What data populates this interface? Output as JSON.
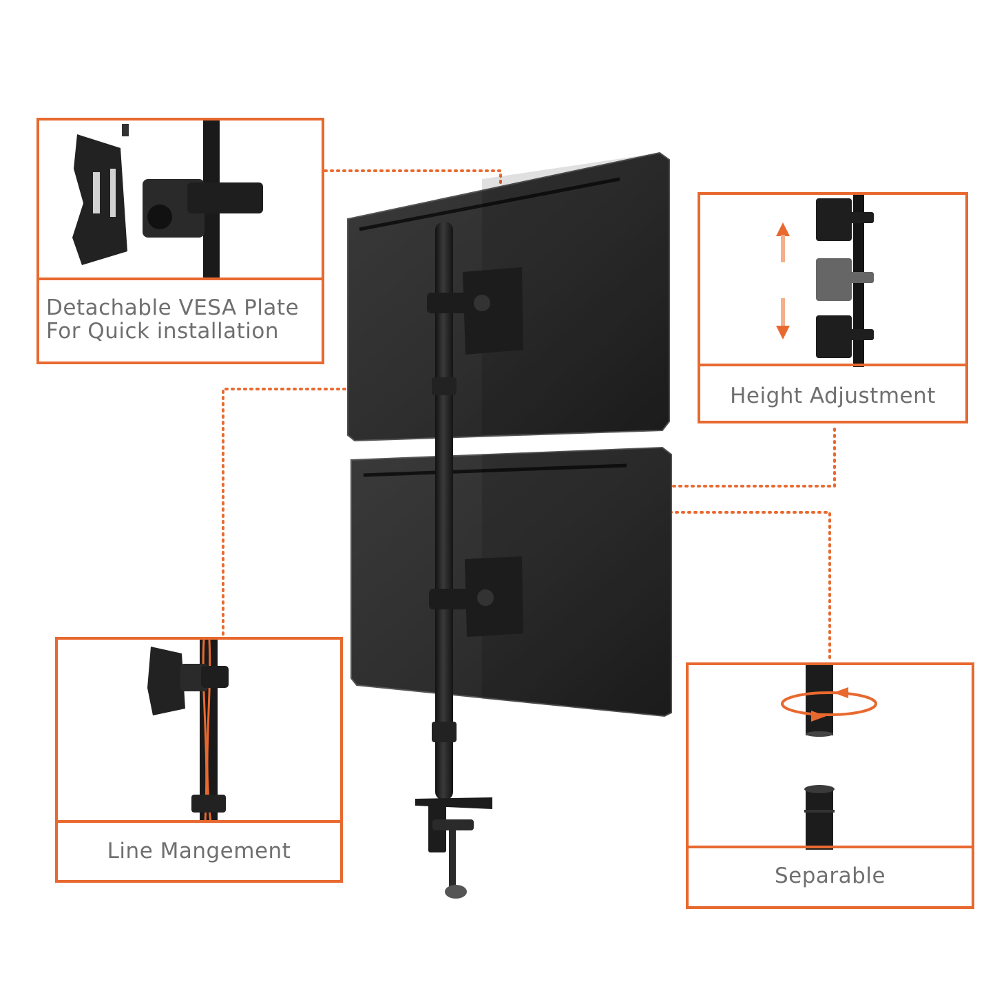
{
  "callouts": {
    "vesa": {
      "line1": "Detachable VESA Plate",
      "line2": "For Quick installation"
    },
    "height": {
      "label": "Height Adjustment"
    },
    "line": {
      "label": "Line Mangement"
    },
    "separable": {
      "label": "Separable"
    }
  },
  "colors": {
    "accent": "#e8692f",
    "product": "#2b2b2b",
    "caption_text": "#6f6f6f",
    "background": "#ffffff"
  },
  "icons": [
    "double-arrow-icon",
    "rotation-arrow-icon"
  ]
}
